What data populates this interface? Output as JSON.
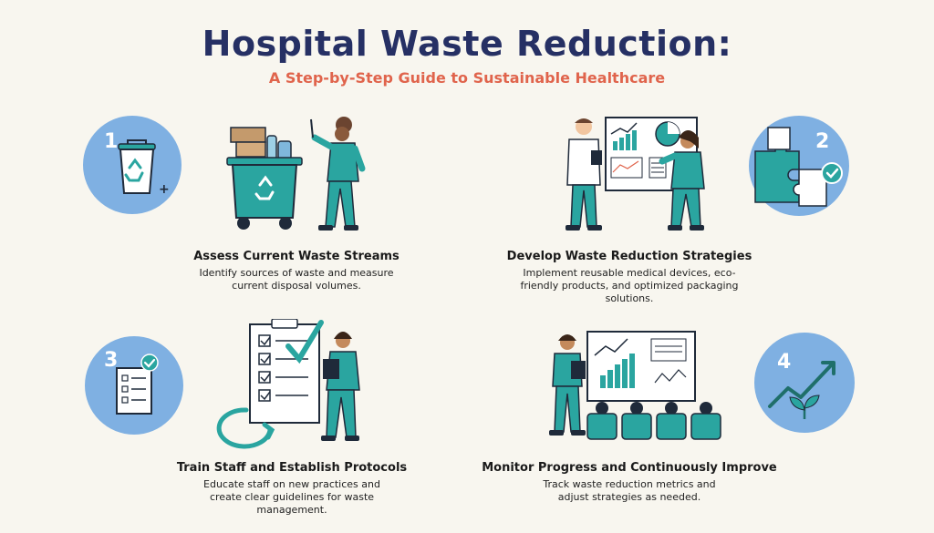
{
  "header": {
    "title": "Hospital Waste Reduction:",
    "subtitle": "A Step-by-Step Guide to Sustainable Healthcare"
  },
  "steps": [
    {
      "number": "1",
      "title": "Assess Current Waste Streams",
      "description": "Identify sources of waste and measure current disposal volumes.",
      "icon": "recycling-bin-icon"
    },
    {
      "number": "2",
      "title": "Develop Waste Reduction Strategies",
      "description": "Implement reusable medical devices, eco-friendly products, and optimized packaging solutions.",
      "icon": "puzzle-check-icon"
    },
    {
      "number": "3",
      "title": "Train Staff and Establish Protocols",
      "description": "Educate staff on new practices and create clear guidelines for waste management.",
      "icon": "checklist-icon"
    },
    {
      "number": "4",
      "title": "Monitor Progress and Continuously Improve",
      "description": "Track waste reduction metrics and adjust strategies as needed.",
      "icon": "growth-chart-icon"
    }
  ],
  "colors": {
    "circle": "#7fb0e2",
    "teal": "#2aa5a0",
    "title": "#263064",
    "subtitle": "#e0644c",
    "background": "#f8f6ef"
  }
}
